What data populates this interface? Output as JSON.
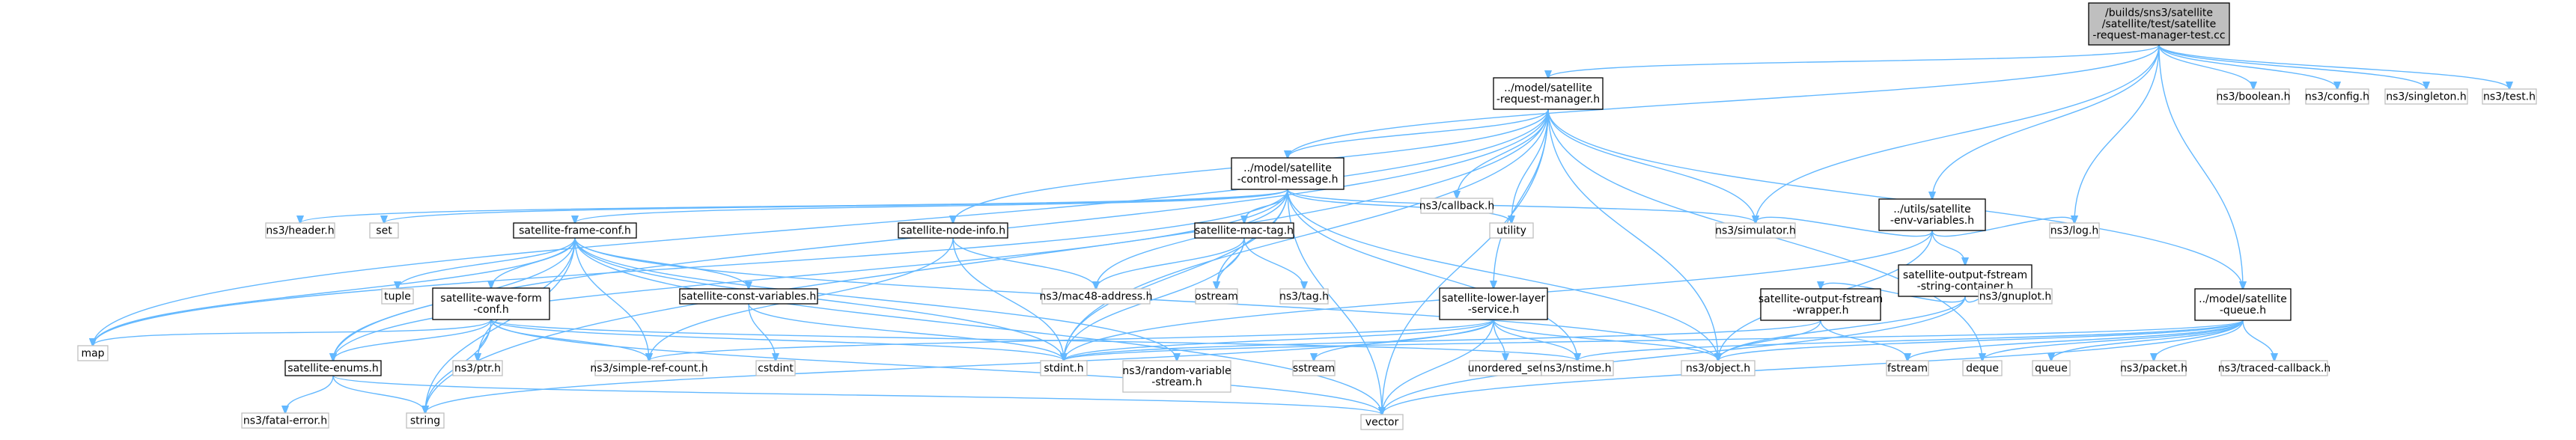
{
  "diagram": {
    "type": "include-dependency-graph",
    "root": "n_root",
    "nodes": [
      {
        "id": "n_root",
        "lines": [
          "/builds/sns3/satellite",
          "/satellite/test/satellite",
          "-request-manager-test.cc"
        ],
        "kind": "root"
      },
      {
        "id": "n_rm",
        "lines": [
          "../model/satellite",
          "-request-manager.h"
        ],
        "kind": "doc"
      },
      {
        "id": "n_bool",
        "lines": [
          "ns3/boolean.h"
        ],
        "kind": "ext"
      },
      {
        "id": "n_config",
        "lines": [
          "ns3/config.h"
        ],
        "kind": "ext"
      },
      {
        "id": "n_singleton",
        "lines": [
          "ns3/singleton.h"
        ],
        "kind": "ext"
      },
      {
        "id": "n_test",
        "lines": [
          "ns3/test.h"
        ],
        "kind": "ext"
      },
      {
        "id": "n_ctrl",
        "lines": [
          "../model/satellite",
          "-control-message.h"
        ],
        "kind": "doc"
      },
      {
        "id": "n_callback",
        "lines": [
          "ns3/callback.h"
        ],
        "kind": "ext"
      },
      {
        "id": "n_env",
        "lines": [
          "../utils/satellite",
          "-env-variables.h"
        ],
        "kind": "doc"
      },
      {
        "id": "n_header",
        "lines": [
          "ns3/header.h"
        ],
        "kind": "ext"
      },
      {
        "id": "n_set",
        "lines": [
          "set"
        ],
        "kind": "ext"
      },
      {
        "id": "n_frame",
        "lines": [
          "satellite-frame-conf.h"
        ],
        "kind": "doc"
      },
      {
        "id": "n_nodeinfo",
        "lines": [
          "satellite-node-info.h"
        ],
        "kind": "doc"
      },
      {
        "id": "n_mactag",
        "lines": [
          "satellite-mac-tag.h"
        ],
        "kind": "doc"
      },
      {
        "id": "n_utility",
        "lines": [
          "utility"
        ],
        "kind": "ext"
      },
      {
        "id": "n_sim",
        "lines": [
          "ns3/simulator.h"
        ],
        "kind": "ext"
      },
      {
        "id": "n_ofsc",
        "lines": [
          "satellite-output-fstream",
          "-string-container.h"
        ],
        "kind": "doc"
      },
      {
        "id": "n_log",
        "lines": [
          "ns3/log.h"
        ],
        "kind": "ext"
      },
      {
        "id": "n_tuple",
        "lines": [
          "tuple"
        ],
        "kind": "ext"
      },
      {
        "id": "n_wave",
        "lines": [
          "satellite-wave-form",
          "-conf.h"
        ],
        "kind": "doc"
      },
      {
        "id": "n_const",
        "lines": [
          "satellite-const-variables.h"
        ],
        "kind": "doc"
      },
      {
        "id": "n_mac48",
        "lines": [
          "ns3/mac48-address.h"
        ],
        "kind": "ext"
      },
      {
        "id": "n_ostream",
        "lines": [
          "ostream"
        ],
        "kind": "ext"
      },
      {
        "id": "n_tag",
        "lines": [
          "ns3/tag.h"
        ],
        "kind": "ext"
      },
      {
        "id": "n_lower",
        "lines": [
          "satellite-lower-layer",
          "-service.h"
        ],
        "kind": "doc"
      },
      {
        "id": "n_ofw",
        "lines": [
          "satellite-output-fstream",
          "-wrapper.h"
        ],
        "kind": "doc"
      },
      {
        "id": "n_gnuplot",
        "lines": [
          "ns3/gnuplot.h"
        ],
        "kind": "ext"
      },
      {
        "id": "n_queue",
        "lines": [
          "../model/satellite",
          "-queue.h"
        ],
        "kind": "doc"
      },
      {
        "id": "n_map",
        "lines": [
          "map"
        ],
        "kind": "ext"
      },
      {
        "id": "n_enums",
        "lines": [
          "satellite-enums.h"
        ],
        "kind": "doc"
      },
      {
        "id": "n_ptr",
        "lines": [
          "ns3/ptr.h"
        ],
        "kind": "ext"
      },
      {
        "id": "n_simpleref",
        "lines": [
          "ns3/simple-ref-count.h"
        ],
        "kind": "ext"
      },
      {
        "id": "n_cstdint",
        "lines": [
          "cstdint"
        ],
        "kind": "ext"
      },
      {
        "id": "n_stdint",
        "lines": [
          "stdint.h"
        ],
        "kind": "ext"
      },
      {
        "id": "n_rvs",
        "lines": [
          "ns3/random-variable",
          "-stream.h"
        ],
        "kind": "ext"
      },
      {
        "id": "n_sstream",
        "lines": [
          "sstream"
        ],
        "kind": "ext"
      },
      {
        "id": "n_unset",
        "lines": [
          "unordered_set"
        ],
        "kind": "ext"
      },
      {
        "id": "n_nstime",
        "lines": [
          "ns3/nstime.h"
        ],
        "kind": "ext"
      },
      {
        "id": "n_object",
        "lines": [
          "ns3/object.h"
        ],
        "kind": "ext"
      },
      {
        "id": "n_fstream",
        "lines": [
          "fstream"
        ],
        "kind": "ext"
      },
      {
        "id": "n_deque",
        "lines": [
          "deque"
        ],
        "kind": "ext"
      },
      {
        "id": "n_queuestd",
        "lines": [
          "queue"
        ],
        "kind": "ext"
      },
      {
        "id": "n_packet",
        "lines": [
          "ns3/packet.h"
        ],
        "kind": "ext"
      },
      {
        "id": "n_traced",
        "lines": [
          "ns3/traced-callback.h"
        ],
        "kind": "ext"
      },
      {
        "id": "n_fatal",
        "lines": [
          "ns3/fatal-error.h"
        ],
        "kind": "ext"
      },
      {
        "id": "n_string",
        "lines": [
          "string"
        ],
        "kind": "ext"
      },
      {
        "id": "n_vector",
        "lines": [
          "vector"
        ],
        "kind": "ext"
      }
    ],
    "edges": [
      [
        "n_root",
        "n_rm"
      ],
      [
        "n_root",
        "n_ctrl"
      ],
      [
        "n_root",
        "n_bool"
      ],
      [
        "n_root",
        "n_config"
      ],
      [
        "n_root",
        "n_singleton"
      ],
      [
        "n_root",
        "n_test"
      ],
      [
        "n_root",
        "n_env"
      ],
      [
        "n_root",
        "n_sim"
      ],
      [
        "n_root",
        "n_log"
      ],
      [
        "n_root",
        "n_queue"
      ],
      [
        "n_rm",
        "n_ctrl"
      ],
      [
        "n_rm",
        "n_callback"
      ],
      [
        "n_rm",
        "n_nodeinfo"
      ],
      [
        "n_rm",
        "n_utility"
      ],
      [
        "n_rm",
        "n_sim"
      ],
      [
        "n_rm",
        "n_lower"
      ],
      [
        "n_rm",
        "n_queue"
      ],
      [
        "n_rm",
        "n_map"
      ],
      [
        "n_rm",
        "n_enums"
      ],
      [
        "n_rm",
        "n_stdint"
      ],
      [
        "n_rm",
        "n_object"
      ],
      [
        "n_rm",
        "n_deque"
      ],
      [
        "n_rm",
        "n_string"
      ],
      [
        "n_rm",
        "n_vector"
      ],
      [
        "n_ctrl",
        "n_header"
      ],
      [
        "n_ctrl",
        "n_set"
      ],
      [
        "n_ctrl",
        "n_frame"
      ],
      [
        "n_ctrl",
        "n_mactag"
      ],
      [
        "n_ctrl",
        "n_utility"
      ],
      [
        "n_ctrl",
        "n_sim"
      ],
      [
        "n_ctrl",
        "n_map"
      ],
      [
        "n_ctrl",
        "n_mac48"
      ],
      [
        "n_ctrl",
        "n_ostream"
      ],
      [
        "n_ctrl",
        "n_stdint"
      ],
      [
        "n_ctrl",
        "n_nstime"
      ],
      [
        "n_ctrl",
        "n_object"
      ],
      [
        "n_ctrl",
        "n_vector"
      ],
      [
        "n_ctrl",
        "n_enums"
      ],
      [
        "n_env",
        "n_sim"
      ],
      [
        "n_env",
        "n_log"
      ],
      [
        "n_env",
        "n_ofsc"
      ],
      [
        "n_env",
        "n_object"
      ],
      [
        "n_env",
        "n_stdint"
      ],
      [
        "n_frame",
        "n_tuple"
      ],
      [
        "n_frame",
        "n_wave"
      ],
      [
        "n_frame",
        "n_const"
      ],
      [
        "n_frame",
        "n_map"
      ],
      [
        "n_frame",
        "n_enums"
      ],
      [
        "n_frame",
        "n_ptr"
      ],
      [
        "n_frame",
        "n_simpleref"
      ],
      [
        "n_frame",
        "n_stdint"
      ],
      [
        "n_frame",
        "n_rvs"
      ],
      [
        "n_frame",
        "n_object"
      ],
      [
        "n_frame",
        "n_vector"
      ],
      [
        "n_frame",
        "n_string"
      ],
      [
        "n_nodeinfo",
        "n_mac48"
      ],
      [
        "n_nodeinfo",
        "n_simpleref"
      ],
      [
        "n_nodeinfo",
        "n_stdint"
      ],
      [
        "n_mactag",
        "n_mac48"
      ],
      [
        "n_mactag",
        "n_ostream"
      ],
      [
        "n_mactag",
        "n_tag"
      ],
      [
        "n_mactag",
        "n_stdint"
      ],
      [
        "n_wave",
        "n_map"
      ],
      [
        "n_wave",
        "n_enums"
      ],
      [
        "n_wave",
        "n_ptr"
      ],
      [
        "n_wave",
        "n_simpleref"
      ],
      [
        "n_wave",
        "n_stdint"
      ],
      [
        "n_wave",
        "n_nstime"
      ],
      [
        "n_wave",
        "n_string"
      ],
      [
        "n_wave",
        "n_vector"
      ],
      [
        "n_const",
        "n_cstdint"
      ],
      [
        "n_const",
        "n_stdint"
      ],
      [
        "n_lower",
        "n_simpleref"
      ],
      [
        "n_lower",
        "n_stdint"
      ],
      [
        "n_lower",
        "n_sstream"
      ],
      [
        "n_lower",
        "n_unset"
      ],
      [
        "n_lower",
        "n_nstime"
      ],
      [
        "n_lower",
        "n_object"
      ],
      [
        "n_lower",
        "n_vector"
      ],
      [
        "n_lower",
        "n_string"
      ],
      [
        "n_ofsc",
        "n_gnuplot"
      ],
      [
        "n_ofsc",
        "n_ofw"
      ],
      [
        "n_ofsc",
        "n_object"
      ],
      [
        "n_ofsc",
        "n_vector"
      ],
      [
        "n_ofw",
        "n_fstream"
      ],
      [
        "n_ofw",
        "n_object"
      ],
      [
        "n_ofw",
        "n_stdint"
      ],
      [
        "n_queue",
        "n_deque"
      ],
      [
        "n_queue",
        "n_queuestd"
      ],
      [
        "n_queue",
        "n_packet"
      ],
      [
        "n_queue",
        "n_traced"
      ],
      [
        "n_queue",
        "n_nstime"
      ],
      [
        "n_queue",
        "n_object"
      ],
      [
        "n_queue",
        "n_stdint"
      ],
      [
        "n_queue",
        "n_vector"
      ],
      [
        "n_queue",
        "n_fstream"
      ],
      [
        "n_enums",
        "n_fatal"
      ],
      [
        "n_enums",
        "n_string"
      ],
      [
        "n_enums",
        "n_vector"
      ]
    ]
  }
}
